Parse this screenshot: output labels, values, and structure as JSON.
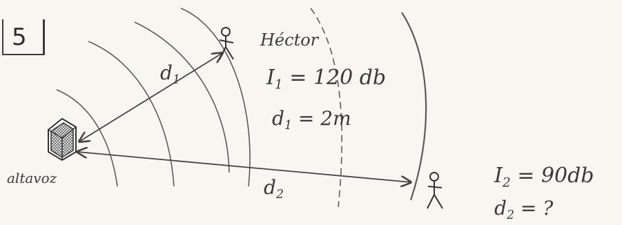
{
  "problem": {
    "number": "5"
  },
  "labels": {
    "source": "altavoz",
    "person1_name": "Héctor",
    "distance_arrow_1": "d",
    "distance_arrow_1_sub": "1",
    "distance_arrow_2": "d",
    "distance_arrow_2_sub": "2"
  },
  "person1": {
    "intensity_symbol": "I",
    "intensity_sub": "1",
    "intensity_value": "= 120 db",
    "distance_symbol": "d",
    "distance_sub": "1",
    "distance_value": "= 2m"
  },
  "person2": {
    "intensity_symbol": "I",
    "intensity_sub": "2",
    "intensity_value": "= 90db",
    "distance_symbol": "d",
    "distance_sub": "2",
    "distance_value": "= ?"
  },
  "colors": {
    "ink": "#3a3a3a",
    "paper": "#f7f6f1"
  }
}
